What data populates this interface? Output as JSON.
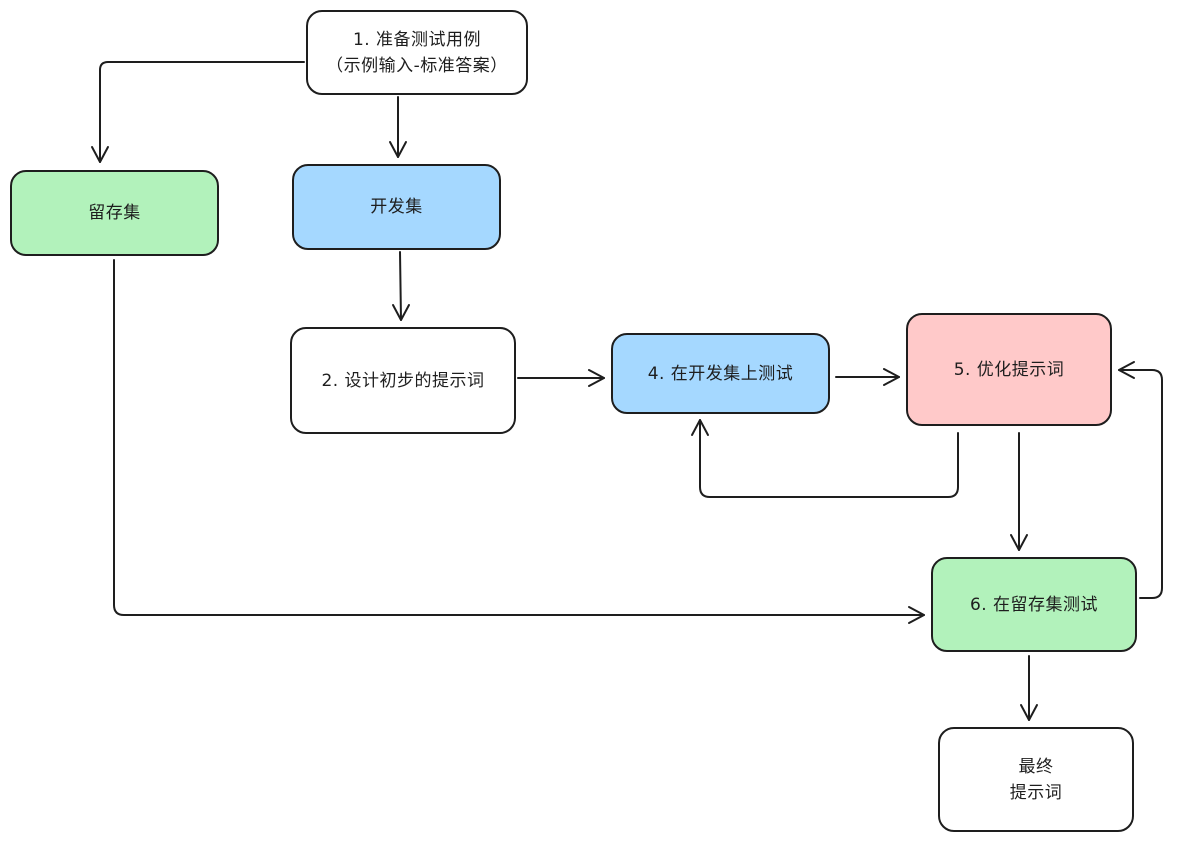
{
  "nodes": {
    "prepare": {
      "line1": "1. 准备测试用例",
      "line2": "（示例输入-标准答案）"
    },
    "holdout": {
      "label": "留存集"
    },
    "dev": {
      "label": "开发集"
    },
    "design": {
      "label": "2. 设计初步的提示词"
    },
    "test_dev": {
      "label": "4. 在开发集上测试"
    },
    "optimize": {
      "label": "5. 优化提示词"
    },
    "test_hold": {
      "label": "6. 在留存集测试"
    },
    "final": {
      "line1": "最终",
      "line2": "提示词"
    }
  },
  "colors": {
    "green": "#b2f2bb",
    "blue": "#a5d8ff",
    "red": "#ffc9c9",
    "white": "#ffffff",
    "stroke": "#1e1e1e"
  }
}
